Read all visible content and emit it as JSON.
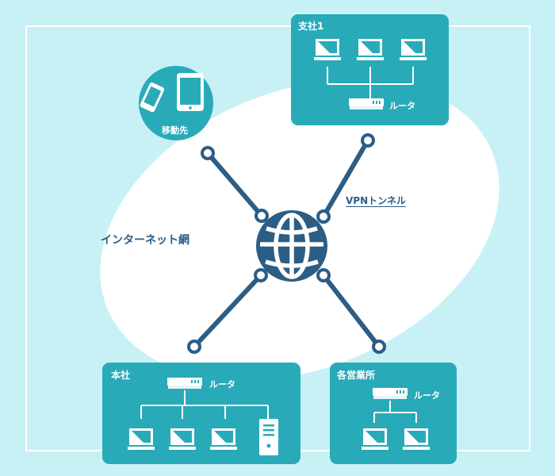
{
  "labels": {
    "internet": "インターネット網",
    "vpn": "VPNトンネル",
    "mobile": "移動先",
    "branch1": "支社1",
    "headquarters": "本社",
    "sales_offices": "各営業所",
    "router": "ルータ"
  },
  "colors": {
    "background": "#c8f1f6",
    "cloud": "#ffffff",
    "box": "#29aab8",
    "node": "#2c5d85",
    "frame": "#ffffff"
  },
  "icons": [
    "globe-icon",
    "laptop-icon",
    "router-icon",
    "tablet-icon",
    "smartphone-icon",
    "server-tower-icon"
  ]
}
